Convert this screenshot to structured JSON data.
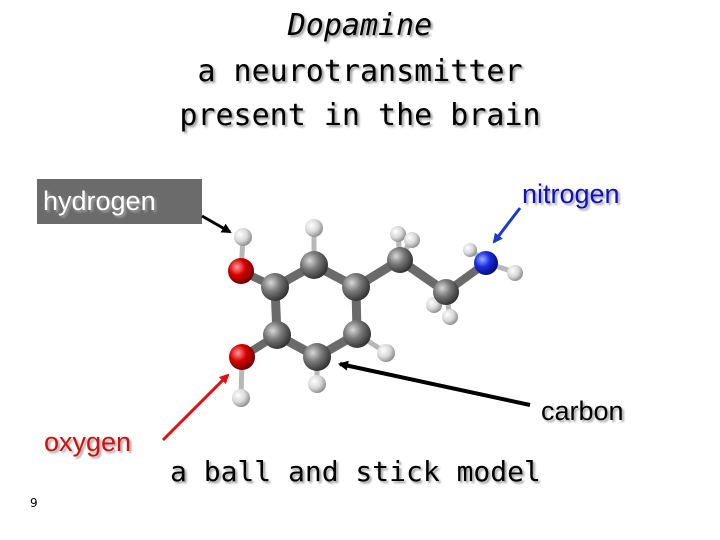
{
  "title": {
    "line1": "Dopamine",
    "line2": "a neurotransmitter",
    "line3": "present in the brain"
  },
  "labels": {
    "hydrogen": "hydrogen",
    "nitrogen": "nitrogen",
    "carbon": "carbon",
    "oxygen": "oxygen"
  },
  "caption": "a ball and stick model",
  "page_number": "9",
  "colors": {
    "carbon": "#6e6e6e",
    "hydrogen": "#e6e6e6",
    "oxygen": "#d00000",
    "nitrogen": "#1010e0",
    "oxygen_arrow": "#e01010",
    "nitrogen_arrow": "#1a3ad0"
  }
}
